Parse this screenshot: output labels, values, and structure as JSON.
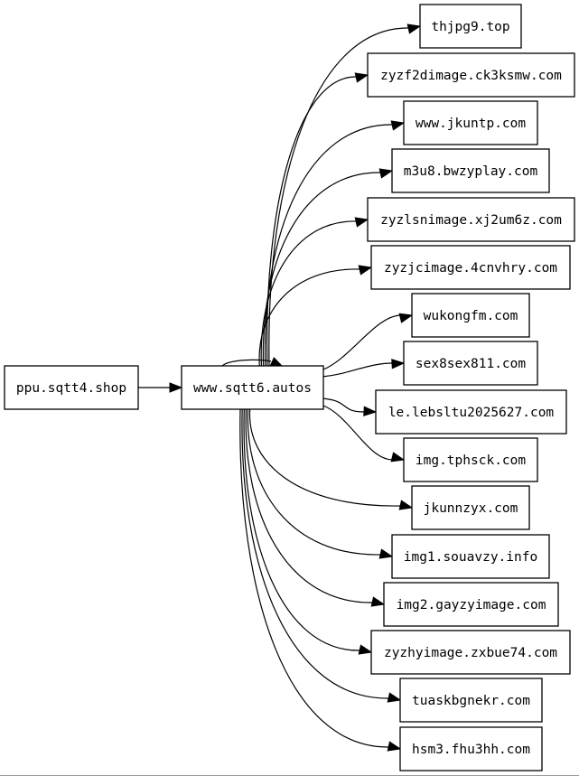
{
  "graph": {
    "source": "ppu.sqtt4.shop",
    "hub": "www.sqtt6.autos",
    "targets": [
      "thjpg9.top",
      "zyzf2dimage.ck3ksmw.com",
      "www.jkuntp.com",
      "m3u8.bwzyplay.com",
      "zyzlsnimage.xj2um6z.com",
      "zyzjcimage.4cnvhry.com",
      "wukongfm.com",
      "sex8sex811.com",
      "le.lebsltu2025627.com",
      "img.tphsck.com",
      "jkunnzyx.com",
      "img1.souavzy.info",
      "img2.gayzyimage.com",
      "zyzhyimage.zxbue74.com",
      "tuaskbgnekr.com",
      "hsm3.fhu3hh.com"
    ],
    "self_loop_on_hub": true
  }
}
